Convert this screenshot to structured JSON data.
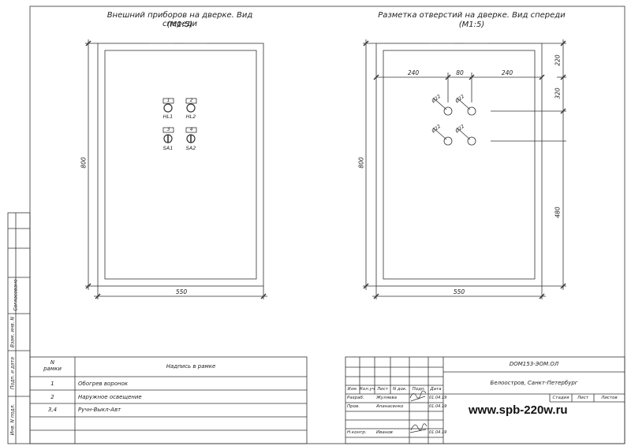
{
  "left_view": {
    "title_line1": "Внешний приборов на дверке. Вид спереди",
    "title_line2": "(М1:5)",
    "dim_height": "800",
    "dim_width": "550",
    "devices": [
      {
        "frame": "1",
        "label": "HL1"
      },
      {
        "frame": "2",
        "label": "HL2"
      },
      {
        "frame": "3",
        "label": "SA1"
      },
      {
        "frame": "4",
        "label": "SA2"
      }
    ]
  },
  "right_view": {
    "title_line1": "Разметка отверстий на дверке. Вид спереди",
    "title_line2": "(М1:5)",
    "dim_height": "800",
    "dim_width": "550",
    "dim_left": "240",
    "dim_mid": "80",
    "dim_right": "240",
    "dim_top": "220",
    "dim_320": "320",
    "dim_480": "480",
    "hole_label": "Ø22"
  },
  "side_stamp": {
    "soglasovano": "Согласовано",
    "vzam_inv": "Взам. инв. N",
    "podp_data": "Подп. и дата",
    "inv_podl": "Инв. N подл."
  },
  "frame_table": {
    "col_n": "N",
    "col_n2": "рамки",
    "col_text": "Надпись в рамке",
    "rows": [
      {
        "n": "1",
        "text": "Обогрев воронок"
      },
      {
        "n": "2",
        "text": "Наружное освещение"
      },
      {
        "n": "3,4",
        "text": "Ручн-Выкл-Авт"
      }
    ]
  },
  "title_block": {
    "doc_code": "DOM153-ЭОМ.ОЛ",
    "location": "Белоостров, Санкт-Петербург",
    "headers": [
      "Изм.",
      "Кол.уч",
      "Лист",
      "N док.",
      "Подп.",
      "Дата"
    ],
    "razrab_label": "Разраб.",
    "razrab_name": "Жуляева",
    "razrab_date": "01.04.19",
    "prov_label": "Пров.",
    "prov_name": "Апанасенко",
    "prov_date": "01.04.19",
    "nkontr_label": "Н.контр.",
    "nkontr_name": "Иванов",
    "nkontr_date": "01.04.19",
    "stadia": "Стадия",
    "list": "Лист",
    "listov": "Листов",
    "website": "www.spb-220w.ru"
  }
}
